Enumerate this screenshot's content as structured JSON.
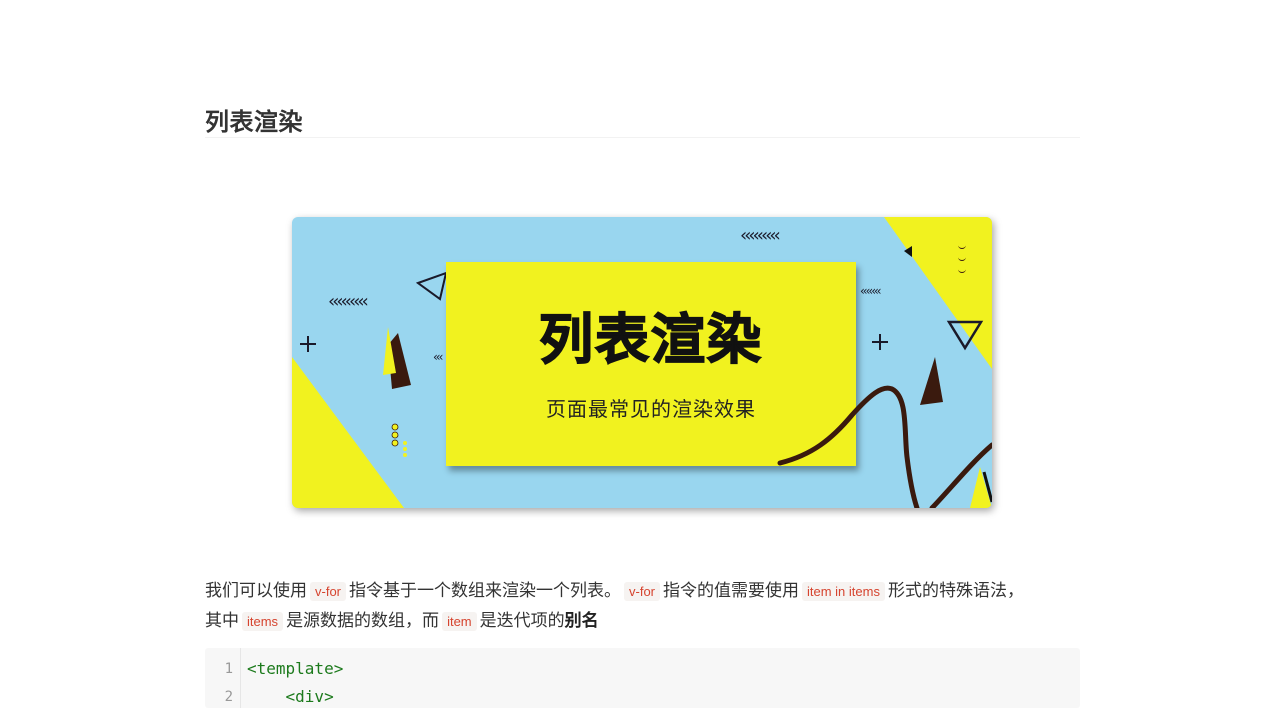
{
  "section": {
    "title": "列表渲染"
  },
  "banner": {
    "title": "列表渲染",
    "subtitle": "页面最常见的渲染效果",
    "colors": {
      "background": "#99d6ef",
      "card": "#f1f21f",
      "accent_dark": "#3a1a0e",
      "yellow": "#f1f21f"
    },
    "decorations": [
      "chevrons-icon",
      "plus-icon",
      "triangle-outline-icon",
      "triangle-filled-icon",
      "wave-line-icon",
      "dots-icon"
    ]
  },
  "paragraph": {
    "p1": "我们可以使用",
    "code1": "v-for",
    "p2": "指令基于一个数组来渲染一个列表。",
    "code2": "v-for",
    "p3": "指令的值需要使用",
    "code3": "item in items",
    "p4": "形式的特殊语法，",
    "p5": "其中",
    "code4": "items",
    "p6": "是源数据的数组，而",
    "code5": "item",
    "p7": "是迭代项的",
    "bold": "别名"
  },
  "code_block": {
    "lines": [
      {
        "no": "1",
        "text": "<template>"
      },
      {
        "no": "2",
        "text": "    <div>"
      }
    ]
  }
}
